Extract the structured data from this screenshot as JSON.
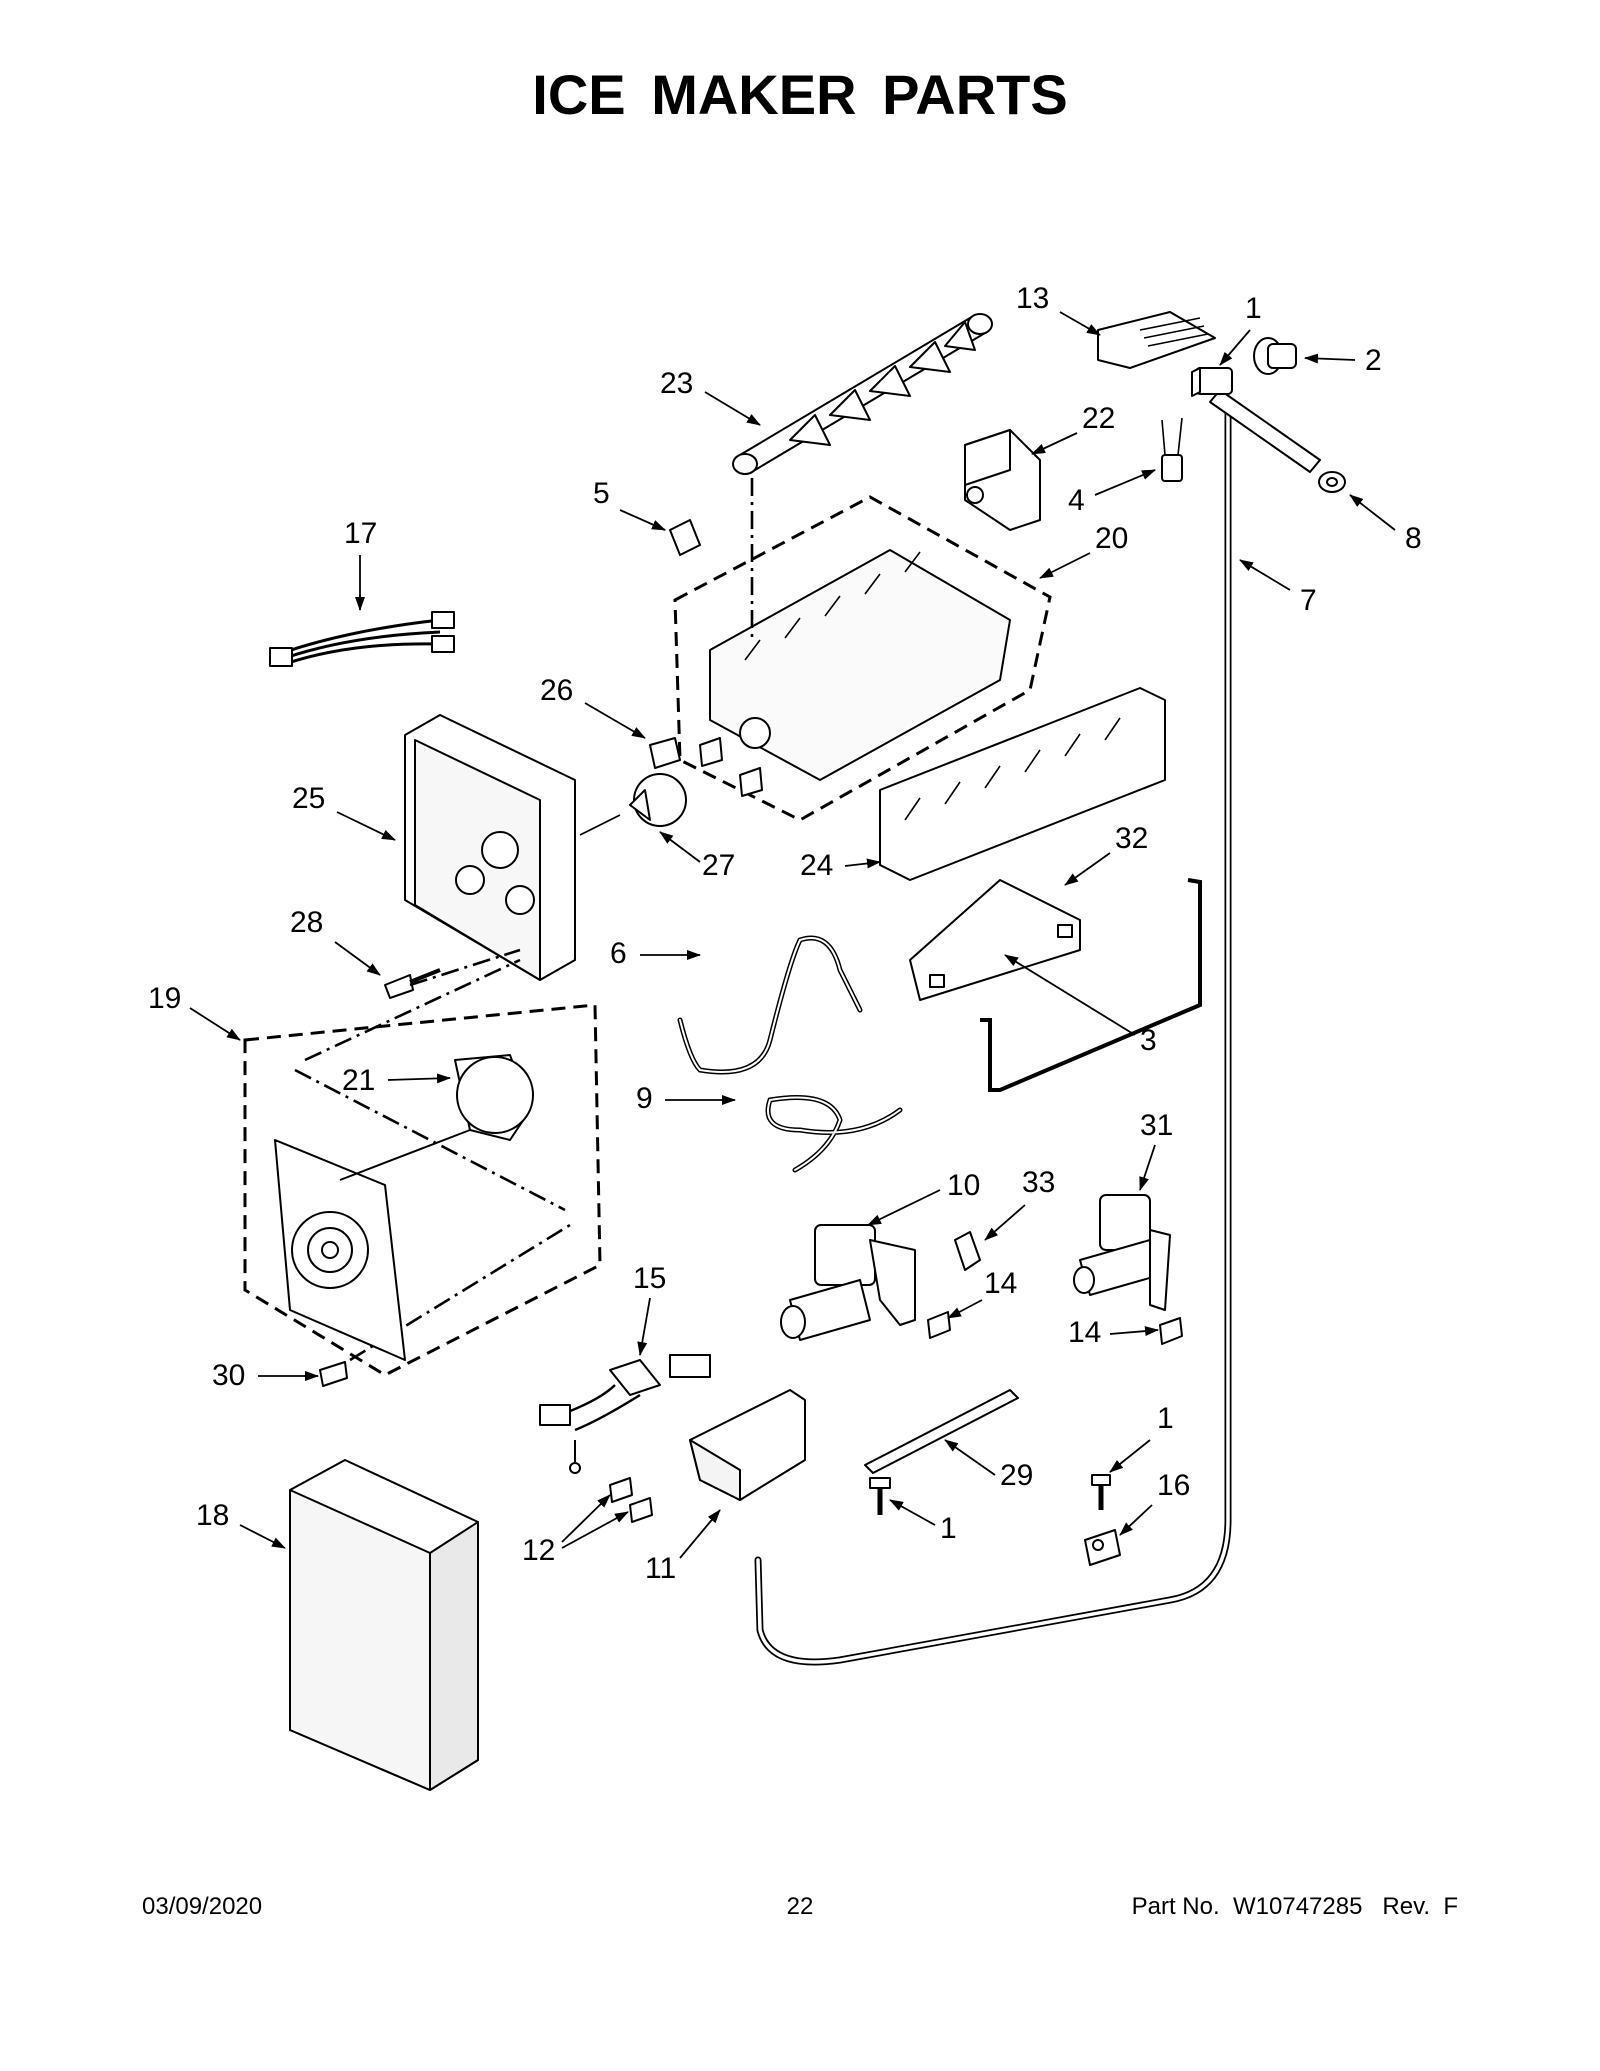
{
  "title": "ICE MAKER PARTS",
  "footer": {
    "date": "03/09/2020",
    "page_number": "22",
    "part_number": "Part No.  W10747285   Rev.  F"
  },
  "callouts": {
    "c1a": "1",
    "c2": "2",
    "c3": "3",
    "c4": "4",
    "c5": "5",
    "c6": "6",
    "c7": "7",
    "c8": "8",
    "c9": "9",
    "c10": "10",
    "c11": "11",
    "c12": "12",
    "c13": "13",
    "c14a": "14",
    "c14b": "14",
    "c15": "15",
    "c16": "16",
    "c17": "17",
    "c18": "18",
    "c19": "19",
    "c20": "20",
    "c21": "21",
    "c22": "22",
    "c23": "23",
    "c24": "24",
    "c25": "25",
    "c26": "26",
    "c27": "27",
    "c28": "28",
    "c29": "29",
    "c30": "30",
    "c31": "31",
    "c32": "32",
    "c33": "33",
    "c1b": "1",
    "c1c": "1"
  }
}
